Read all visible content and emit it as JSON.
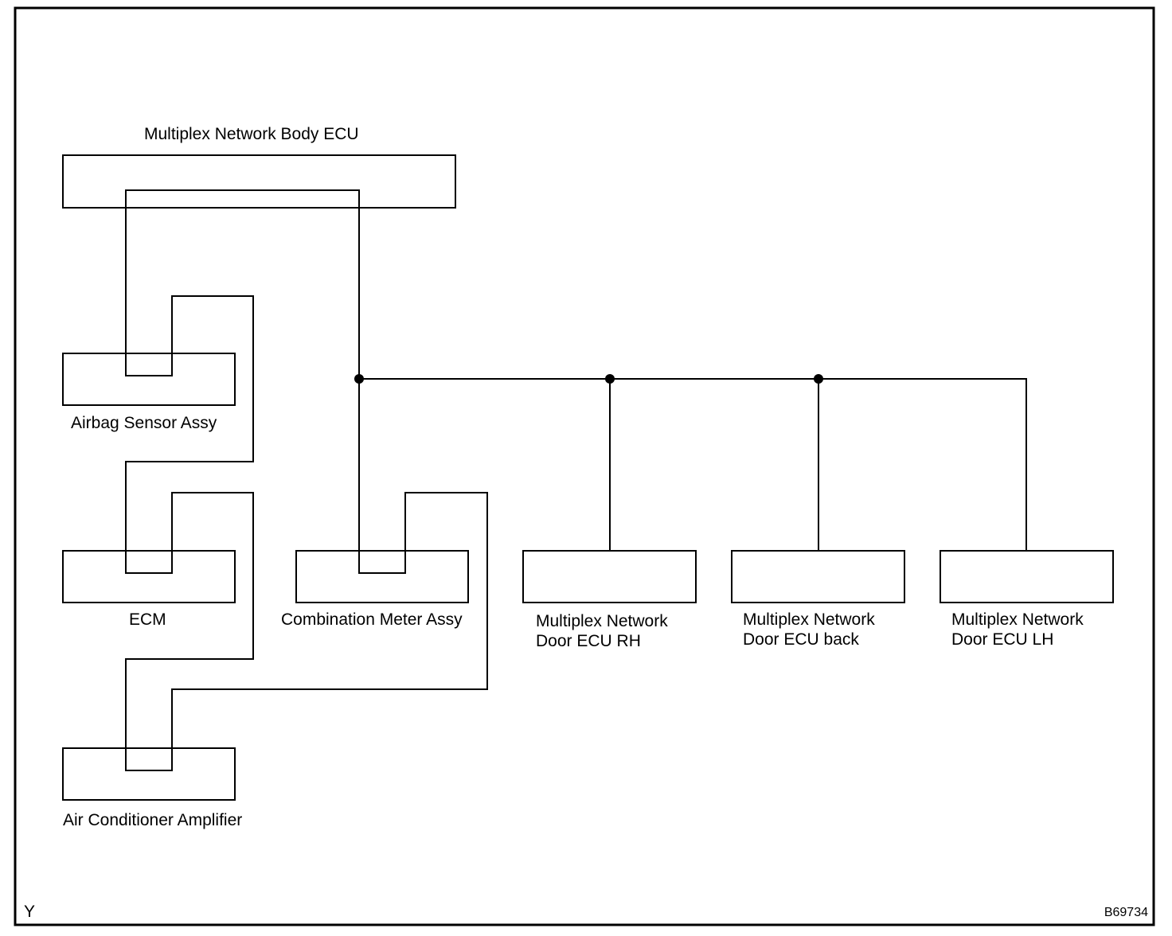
{
  "diagram": {
    "corner_letter": "Y",
    "figure_id": "B69734",
    "components": {
      "body_ecu": "Multiplex Network Body ECU",
      "airbag": "Airbag Sensor Assy",
      "ecm": "ECM",
      "combination_meter": "Combination Meter Assy",
      "door_rh": {
        "line1": "Multiplex Network",
        "line2": "Door ECU RH"
      },
      "door_back": {
        "line1": "Multiplex Network",
        "line2": "Door ECU back"
      },
      "door_lh": {
        "line1": "Multiplex Network",
        "line2": "Door ECU LH"
      },
      "ac_amp": "Air Conditioner Amplifier"
    }
  }
}
